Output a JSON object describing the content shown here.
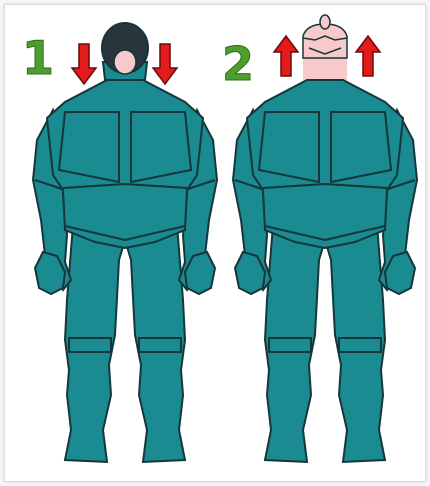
{
  "steps": [
    {
      "number": "1",
      "arrow_direction": "down",
      "head": "hooded"
    },
    {
      "number": "2",
      "arrow_direction": "up",
      "head": "uncovered"
    }
  ],
  "colors": {
    "suit": "#1a8b90",
    "outline": "#15363a",
    "arrow": "#e31b1b",
    "number": "#4e9e2e",
    "hood": "#27353c",
    "skin": "#f7c9c9"
  }
}
